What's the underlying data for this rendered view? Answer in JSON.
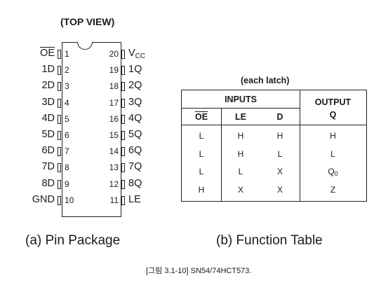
{
  "package": {
    "view_label": "(TOP VIEW)",
    "left_pins": [
      {
        "name": "OE",
        "overline": true,
        "number": "1"
      },
      {
        "name": "1D",
        "overline": false,
        "number": "2"
      },
      {
        "name": "2D",
        "overline": false,
        "number": "3"
      },
      {
        "name": "3D",
        "overline": false,
        "number": "4"
      },
      {
        "name": "4D",
        "overline": false,
        "number": "5"
      },
      {
        "name": "5D",
        "overline": false,
        "number": "6"
      },
      {
        "name": "6D",
        "overline": false,
        "number": "7"
      },
      {
        "name": "7D",
        "overline": false,
        "number": "8"
      },
      {
        "name": "8D",
        "overline": false,
        "number": "9"
      },
      {
        "name": "GND",
        "overline": false,
        "number": "10"
      }
    ],
    "right_pins": [
      {
        "name": "V",
        "sub": "CC",
        "number": "20"
      },
      {
        "name": "1Q",
        "sub": "",
        "number": "19"
      },
      {
        "name": "2Q",
        "sub": "",
        "number": "18"
      },
      {
        "name": "3Q",
        "sub": "",
        "number": "17"
      },
      {
        "name": "4Q",
        "sub": "",
        "number": "16"
      },
      {
        "name": "5Q",
        "sub": "",
        "number": "15"
      },
      {
        "name": "6Q",
        "sub": "",
        "number": "14"
      },
      {
        "name": "7Q",
        "sub": "",
        "number": "13"
      },
      {
        "name": "8Q",
        "sub": "",
        "number": "12"
      },
      {
        "name": "LE",
        "sub": "",
        "number": "11"
      }
    ],
    "caption": "(a) Pin Package"
  },
  "function_table": {
    "note": "(each latch)",
    "inputs_header": "INPUTS",
    "output_header": "OUTPUT",
    "output_sub": "Q",
    "columns": [
      "OE",
      "LE",
      "D"
    ],
    "rows": [
      {
        "oe": "L",
        "le": "H",
        "d": "H",
        "q": "H",
        "q_sub": ""
      },
      {
        "oe": "L",
        "le": "H",
        "d": "L",
        "q": "L",
        "q_sub": ""
      },
      {
        "oe": "L",
        "le": "L",
        "d": "X",
        "q": "Q",
        "q_sub": "0"
      },
      {
        "oe": "H",
        "le": "X",
        "d": "X",
        "q": "Z",
        "q_sub": ""
      }
    ],
    "caption": "(b) Function Table"
  },
  "figure_caption": "[그림 3.1-10] SN54/74HCT573."
}
